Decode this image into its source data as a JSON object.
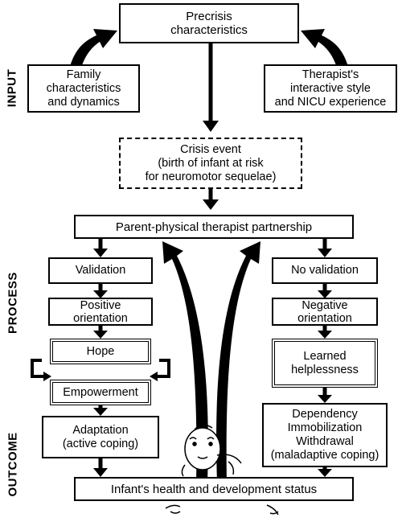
{
  "side_labels": {
    "input": "INPUT",
    "process": "PROCESS",
    "outcome": "OUTCOME"
  },
  "boxes": {
    "precrisis": "Precrisis\ncharacteristics",
    "family": "Family\ncharacteristics\nand dynamics",
    "therapist": "Therapist's\ninteractive style\nand NICU experience",
    "crisis": "Crisis event\n(birth of infant at risk\nfor neuromotor sequelae)",
    "partnership": "Parent-physical therapist partnership",
    "validation": "Validation",
    "positive": "Positive\norientation",
    "hope": "Hope",
    "empowerment": "Empowerment",
    "adaptation": "Adaptation\n(active coping)",
    "no_validation": "No validation",
    "negative": "Negative\norientation",
    "learned": "Learned\nhelplessness",
    "dependency": "Dependency\nImmobilization\nWithdrawal\n(maladaptive coping)",
    "infant_status": "Infant's health and development status"
  }
}
